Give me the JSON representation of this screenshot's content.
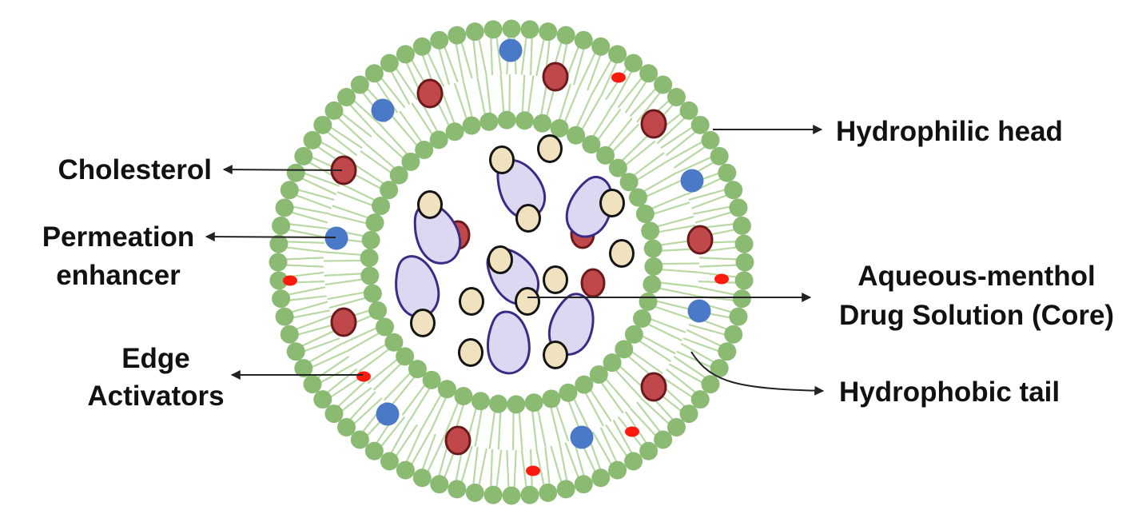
{
  "labels": {
    "hydrophilic_head": "Hydrophilic head",
    "cholesterol": "Cholesterol",
    "permeation_enhancer_1": "Permeation",
    "permeation_enhancer_2": "enhancer",
    "core_1": "Aqueous-menthol",
    "core_2": "Drug Solution (Core)",
    "edge_activators_1": "Edge",
    "edge_activators_2": "Activators",
    "hydrophobic_tail": "Hydrophobic tail"
  },
  "colors": {
    "head": "#8bbb73",
    "tail": "#b8d8a4",
    "cholesterol": "#c0474a",
    "cholesterol_outline": "#6b1a1c",
    "permeation_enhancer": "#4a79c7",
    "edge_activator": "#ff1a0e",
    "drug_bean": "#dcd8f2",
    "drug_bean_outline": "#3b2b84",
    "menthol_circle": "#f0e2bf",
    "menthol_outline": "#141414",
    "arrow": "#222222"
  }
}
